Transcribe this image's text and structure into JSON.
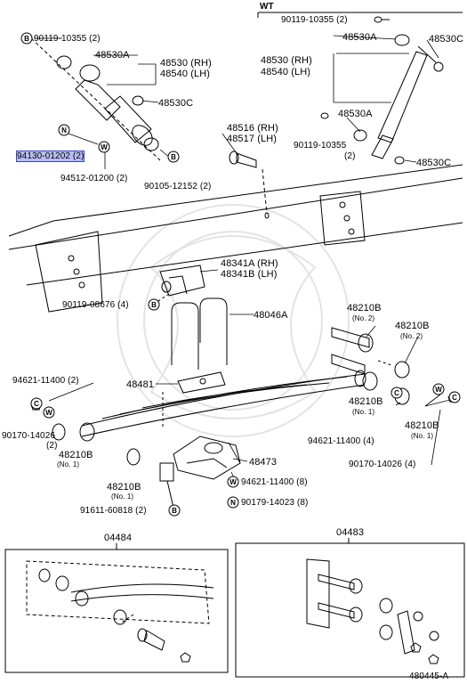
{
  "wt_label": "WT",
  "labels": {
    "p90119_10355_a": "90119-10355 (2)",
    "p48530a_a": "48530A",
    "p48530_rh_a": "48530 (RH)",
    "p48540_lh_a": "48540 (LH)",
    "p48530c_a": "48530C",
    "p94130": "94130-01202 (2)",
    "p94512": "94512-01200 (2)",
    "p90105": "90105-12152 (2)",
    "p48516": "48516 (RH)",
    "p48517": "48517 (LH)",
    "wt_90119": "90119-10355 (2)",
    "wt_48530a_top": "48530A",
    "wt_48530c_right": "48530C",
    "wt_48530_rh": "48530 (RH)",
    "wt_48540_lh": "48540 (LH)",
    "wt_48530a_mid": "48530A",
    "wt_90119_b": "90119-10355",
    "wt_90119_b_qty": "(2)",
    "wt_48530c_b": "48530C",
    "p48341a": "48341A (RH)",
    "p48341b": "48341B (LH)",
    "p90119_08676": "90119-08676 (4)",
    "p48046a": "48046A",
    "p48210b_no2_a": "48210B",
    "no2_a": "(No. 2)",
    "p48210b_no2_b": "48210B",
    "no2_b": "(No. 2)",
    "p94621_11400_2": "94621-11400 (2)",
    "p48481": "48481",
    "p48210b_no1_r": "48210B",
    "no1_r": "(No. 1)",
    "p48210b_no1_r2": "48210B",
    "no1_r2": "(No. 1)",
    "p94621_11400_4": "94621-11400 (4)",
    "p90170_14026_2": "90170-14026",
    "qty2_a": "(2)",
    "p48210b_no1_l": "48210B",
    "no1_l": "(No. 1)",
    "p90170_14026_4": "90170-14026 (4)",
    "p48210b_no1_c": "48210B",
    "no1_c": "(No. 1)",
    "p48473": "48473",
    "p94621_11400_8": "94621-11400 (8)",
    "p90179_14023": "90179-14023 (8)",
    "p91611": "91611-60818 (2)",
    "p04484": "04484",
    "p04483": "04483",
    "p480445": "480445-A"
  },
  "callouts": {
    "B": "B",
    "N": "N",
    "W": "W",
    "C": "C"
  },
  "highlight_color": "#b8bef0"
}
